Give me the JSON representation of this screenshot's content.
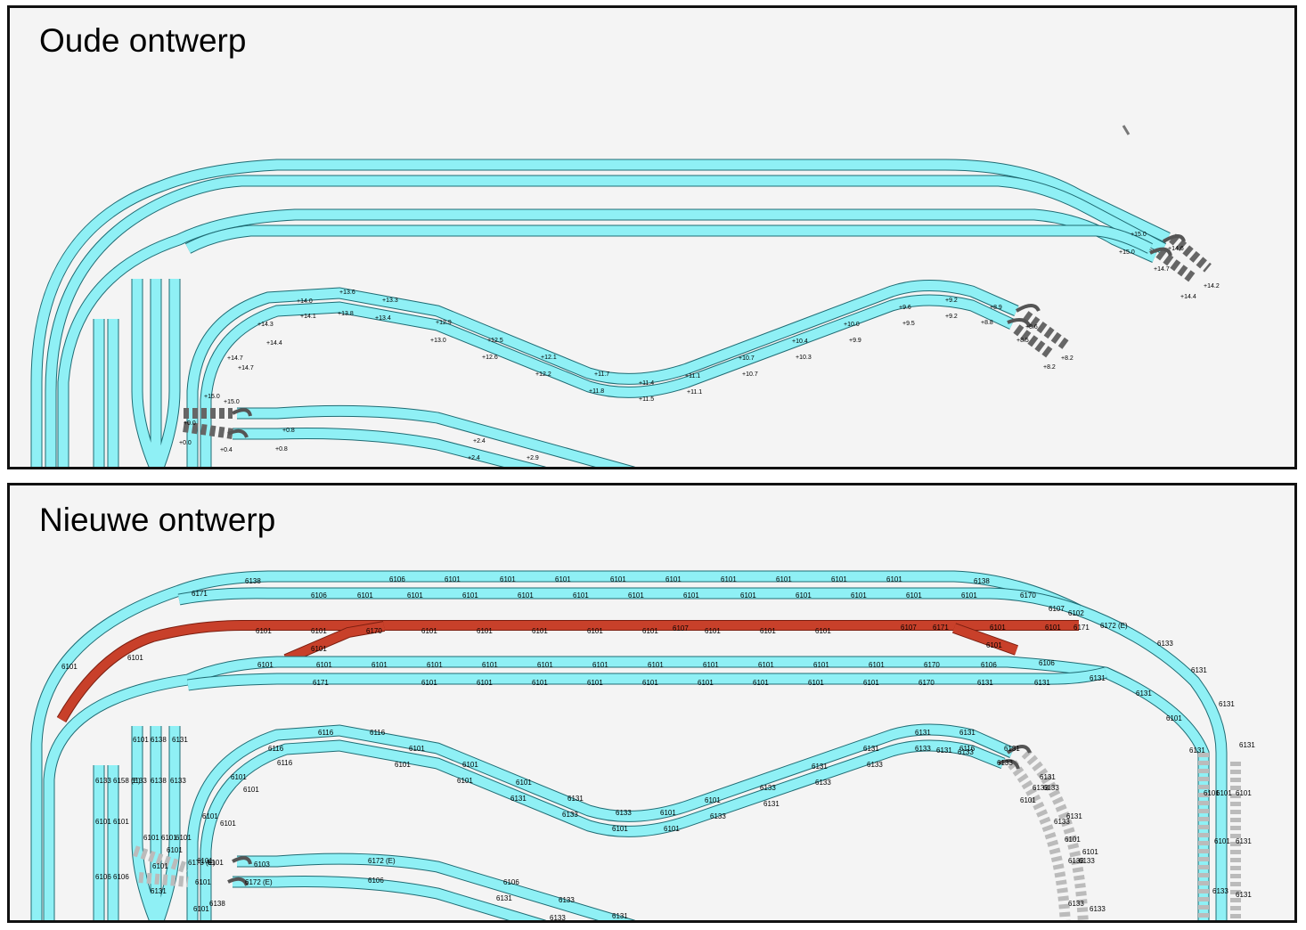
{
  "panels": {
    "old": {
      "title": "Oude ontwerp",
      "height_labels": [
        "+15.0",
        "+15.0",
        "+14.7",
        "+14.6",
        "+14.4",
        "+14.2",
        "+14.0",
        "+13.6",
        "+13.3",
        "+14.1",
        "+13.8",
        "+13.4",
        "+14.3",
        "+14.4",
        "+12.9",
        "+13.0",
        "+12.5",
        "+12.6",
        "+12.1",
        "+12.2",
        "+11.7",
        "+11.8",
        "+11.4",
        "+11.5",
        "+11.1",
        "+11.1",
        "+10.7",
        "+10.7",
        "+10.4",
        "+10.3",
        "+10.0",
        "+9.9",
        "+9.6",
        "+9.5",
        "+9.2",
        "+9.2",
        "+8.9",
        "+8.8",
        "+8.6",
        "+8.5",
        "+8.2",
        "+8.2",
        "+14.7",
        "+14.7",
        "+15.0",
        "+15.0",
        "+0.0",
        "+0.0",
        "+0.8",
        "+0.8",
        "+0.4",
        "+2.4",
        "+2.4",
        "+2.9"
      ]
    },
    "new": {
      "title": "Nieuwe ontwerp",
      "part_labels": [
        "6171",
        "6138",
        "6106",
        "6101",
        "6101",
        "6101",
        "6101",
        "6101",
        "6101",
        "6101",
        "6101",
        "6101",
        "6138",
        "6106",
        "6101",
        "6101",
        "6101",
        "6101",
        "6101",
        "6101",
        "6101",
        "6101",
        "6101",
        "6101",
        "6101",
        "6101",
        "6170",
        "6107",
        "6102",
        "6172 (E)",
        "6133",
        "6131",
        "6131",
        "6101",
        "6101",
        "6170",
        "6101",
        "6101",
        "6101",
        "6101",
        "6101",
        "6107",
        "6101",
        "6101",
        "6101",
        "6107",
        "6171",
        "6101",
        "6101",
        "6171",
        "6101",
        "6101",
        "6101",
        "6101",
        "6101",
        "6101",
        "6101",
        "6101",
        "6101",
        "6101",
        "6101",
        "6101",
        "6101",
        "6170",
        "6106",
        "6106",
        "6171",
        "6101",
        "6101",
        "6101",
        "6101",
        "6101",
        "6101",
        "6101",
        "6101",
        "6101",
        "6101",
        "6101",
        "6101",
        "6170",
        "6131",
        "6131",
        "6131",
        "6131",
        "6101",
        "6131",
        "6131",
        "6101",
        "6101",
        "6101",
        "6101",
        "6131",
        "6133",
        "6131",
        "6131",
        "6133",
        "6131",
        "6133",
        "6131",
        "6133",
        "6131",
        "6133",
        "6133",
        "6133",
        "6133",
        "6133",
        "6133",
        "6101",
        "6101",
        "6101",
        "6101",
        "6101",
        "6101",
        "6101",
        "6101",
        "6131",
        "6131",
        "6133",
        "6133",
        "6101",
        "6101",
        "6101",
        "6101",
        "6133",
        "6133",
        "6131",
        "6131",
        "6133",
        "6131",
        "6133",
        "6131",
        "6133",
        "6131",
        "6116",
        "6116",
        "6116",
        "6116",
        "6116",
        "6101",
        "6101",
        "6101",
        "6101",
        "6101",
        "6101",
        "6101",
        "6138",
        "6101",
        "6138",
        "6131",
        "6133",
        "6158 (E)",
        "6133",
        "6138",
        "6133",
        "6101",
        "6101",
        "6106",
        "6106",
        "6101",
        "6101",
        "6101",
        "6101",
        "6101",
        "6131",
        "6173 (E)",
        "6101",
        "6103",
        "6172 (E)",
        "6172 (E)",
        "6106",
        "6106",
        "6131",
        "6133",
        "6133",
        "6131"
      ]
    }
  }
}
